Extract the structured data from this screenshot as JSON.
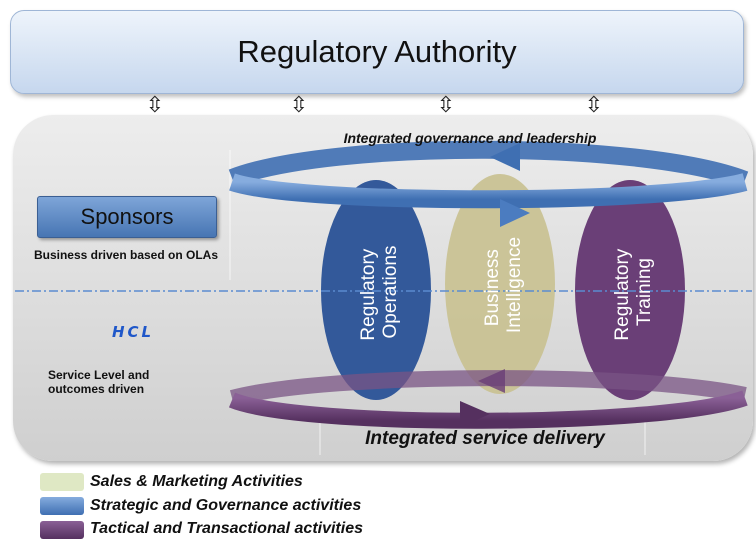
{
  "authority": {
    "label": "Regulatory Authority"
  },
  "governance_label": "Integrated governance and leadership",
  "sponsors": {
    "label": "Sponsors",
    "description": "Business driven based on OLAs"
  },
  "provider": {
    "logo_text": "HCL",
    "description": "Service Level and outcomes driven"
  },
  "ovals": [
    {
      "label": "Regulatory Operations",
      "color": "#33599a"
    },
    {
      "label": "Business Intelligence",
      "color": "#c9c293"
    },
    {
      "label": "Regulatory Training",
      "color": "#6a3f77"
    }
  ],
  "delivery_label": "Integrated service delivery",
  "legend": [
    {
      "label": "Sales & Marketing Activities",
      "color": "#dfe8c4"
    },
    {
      "label": "Strategic and Governance activities",
      "color": "#5d8ed0"
    },
    {
      "label": "Tactical and Transactional activities",
      "color": "#6a3f77"
    }
  ]
}
